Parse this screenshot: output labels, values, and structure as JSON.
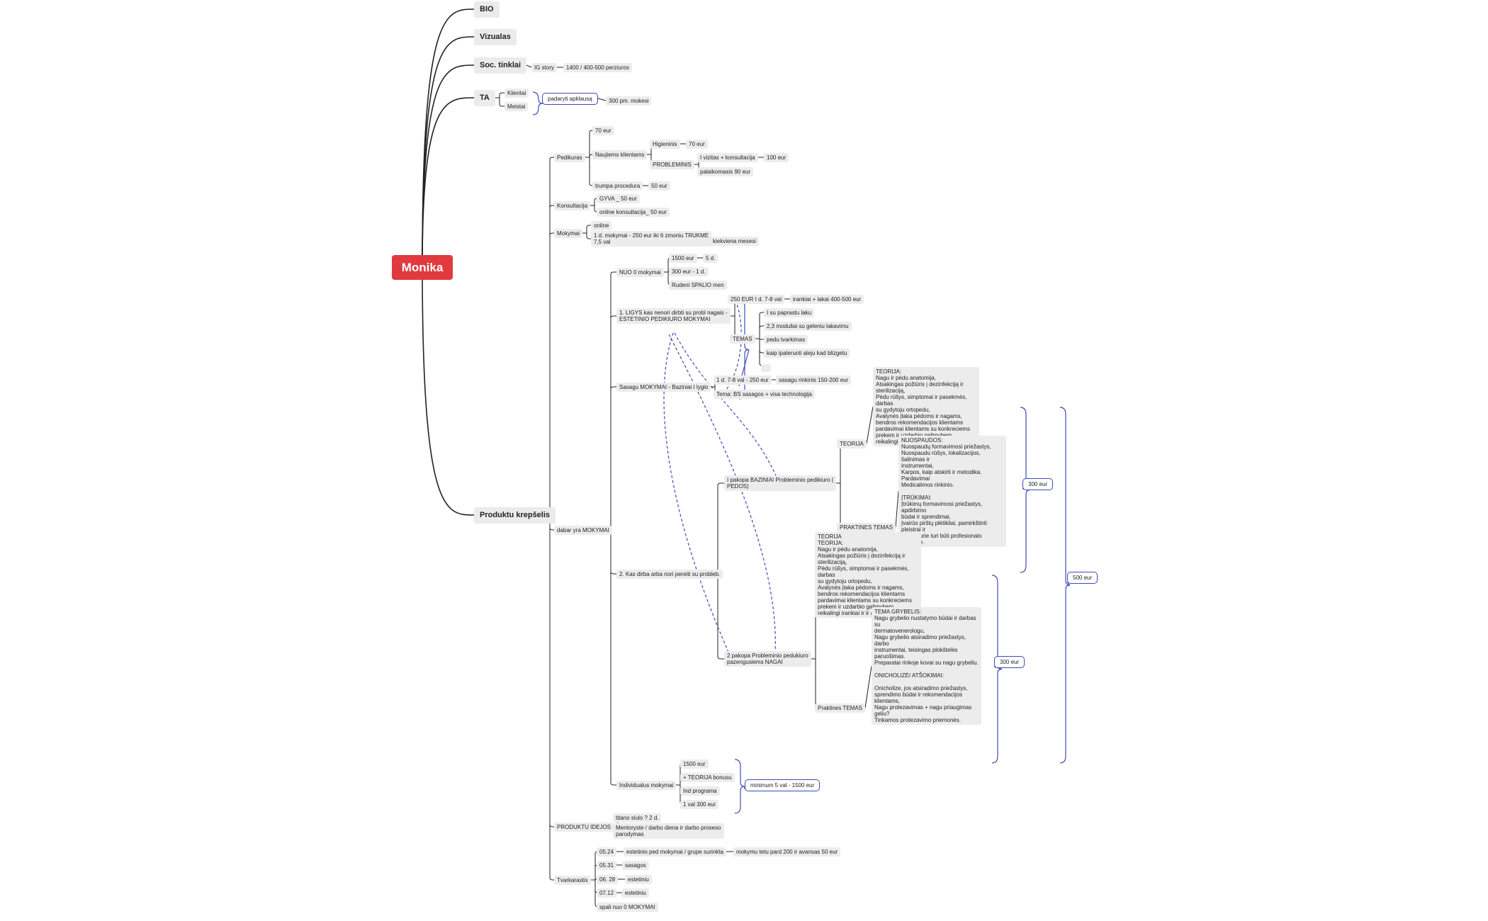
{
  "root": "Monika",
  "nodes": {
    "bio": "BIO",
    "vizualas": "Vizualas",
    "soc": "Soc. tinklai",
    "ig": "IG story",
    "peržiuros": "1400 / 400-500 perziuros",
    "ta": "TA",
    "klientai": "Klientai",
    "meistai": "Meistai",
    "apklausa": "padaryti apklausą",
    "mokesi": "300 pm. mokesi",
    "krepselis": "Produktu krepšelis",
    "pedikuras": "Pedikuras",
    "p70": "70 eur",
    "naujiems": "Naujiems klientams",
    "higieninis": "Higieninis",
    "h70": "70 eur",
    "probleminis": "PROBLEMINIS",
    "vizitas": "I vizitas + konsultacija",
    "v100": "100 eur",
    "palaikomasis": "palaikomasis 90 eur",
    "trumpa": "trumpa procedura",
    "t50": "50 eur",
    "konsultacija": "Konsultacija",
    "gyva": "GYVA _ 50 eur",
    "onlinekons": "online konsultacija_  50 eur",
    "mokymai": "Mokymai",
    "online": "online",
    "mokymai1d": "1 d. mokymai - 250 eur iki 6 zmoniu TRUKME\n7,5 val",
    "kiekviena": "kiekviena mesesi",
    "dabar": "dabar yra MOKYMAI",
    "nuo0": "NUO 0 mokymai",
    "e1500": "1500 eur",
    "d5": "5 d.",
    "e300": "300 eur - 1 d.",
    "rudeni": "Rudeni SPALIO men",
    "lygis1": "1. LIGYS kas nenori dirbti su probl nagais -\nESTETINIO PEDIKIURO MOKYMAI",
    "e250": "250 EUR I d. 7-8 val",
    "irankiai": "irankiai + lakai 400-500 eur",
    "temas": "TEMAS",
    "t_lakas": "I su paprastu laku",
    "t_gel": "2,3 moduliai su geleniu lakavimu",
    "t_pedu": "pedu tvarkimas",
    "t_kaip": "kaip ipaleruoti aleju kad blizgetu",
    "t_empty": "",
    "sasagu": "Sasagu MOKYMAI - Baziniai  I lygio",
    "s_1d": "1 d. 7-8 val - 250 eur",
    "s_rinkinis": "sasagu rinkinis 150-200 eur",
    "s_tema": "Tema: BS sasagos + visa technologija",
    "kas2": "2. Kas dirba arba nori pereiti  su probleb.",
    "pakopa1": "I pakopa BAZINIAI Probleminio pedikiuro (\nPEDOS)",
    "teorija1": "TEORIJA",
    "teorija1_text": "TEORIJA:\nNagu ir pėdu anatomija,\nAtsakingas požiūris į dezinfekciją ir\nsterilizaciją,\nPėdu rūšys, simptomai ir pasekmės, darbas\nsu gydytoju ortopedu,\nAvalynės įtaka pėdoms ir nagams,\nbendros rekomendacijos klientams\npardavimai klientams su konkreciems\nprekem ir uzdarbio galimybem\nreikalingi irankiai ir ir antgaliai",
    "praktines1": "PRAKTINES TEMAS",
    "praktines1_text": "NUOSPAUDOS:\nNuospaudų formavimosi priežastys,\nNuospaudu rūšys, lokalizacijos, šalinimas ir\ninstrumentai,\nKarpos, kaip atskirti ir metodika. Pardavimai\nMedicalimos rinkinio.\n\nĮTRŪKIMAI:\nĮtrūkimų formavimosi priežastys, apdirbimo\nbūdai ir sprendimai,\nĮvairūs pirštų plėtikliai, pamirkštinti pleistrai ir\ntepai, kurie turi būti profesionalo kabinete.",
    "pakopa2": "2 pakopa Probleminio pedukiuro\npazengusiems NAGAI",
    "teorija2_text": "TEORIJA\n TEORIJA:\nNagu ir pėdu anatomija,\nAtsakingas požiūris į dezinfekciją ir\nsterilizaciją,\nPėdu rūšys, simptomai ir pasekmės, darbas\nsu gydytoju ortopedu,\nAvalynės įtaka pėdoms ir nagams,\nbendros rekomendacijos klientams\npardavimai klientams su konkreciems\nprekem ir uzdarbio galimybem\nreikalingi irankiai ir ir antgaliai",
    "praktines2": "Praktines TEMAS",
    "praktines2_text": "TEMA GRYBELIS:\nNagu grybelio nustatymo būdai ir darbas su\ndermatovenerologu,\nNagu grybelio atsiradimo priežastys, darbo\ninstrumentai, teisingas plokštelės paruošimas.\nPreparatai rinkoje kovai su nagu grybeliu.\n\nONICHOLIZĖ/ ATŠOKIMAI:\n\nOnicholize, jos atsiradimo priežastys,\nsprendimo būdai ir rekomendacijos klientams,\nNagu protezavimas + nagu priaugimas\ngeliu?\nTinkamos protezavimo priemonės.",
    "e300_1": "300 eur",
    "e300_2": "300 eur",
    "e500": "500 eur",
    "individualus": "Individualus mokymai",
    "i1500": "1500 eur",
    "i_teorija": "+ TEORIJA bonusu",
    "i_ind": "Ind programa",
    "i_1val": "1 val 300 eur",
    "i_minimum": "minimum 5 val - 1500 eur",
    "ideju": "PRODUKTU IDEJOS",
    "titano": "titano siulo ? 2 d.",
    "mentoryste": "Mentoryste / darbo diena ir darbo proseso\nparodymas",
    "tvarkarastis": "Tvarkarastis",
    "d0524": "05.24",
    "estetinio_ped": "estetinio ped mokymai / grupe surinkta",
    "mokymu_tetu": "mokymu tetu pard 200 ir avansas 50 eur",
    "d0531": "05.31",
    "sasagos": "sasagos",
    "d0628": "06. 28",
    "estetiniu1": "estetiniu",
    "d0712": "07.12",
    "estetiniu2": "estetiniu",
    "spali": "spali nuo 0 MOKYMAI"
  },
  "colors": {
    "root_fill": "#e0393e",
    "node_fill": "#ececec",
    "accent_border": "#3f4ab8",
    "link": "#222222",
    "dashed_link": "#3f4ab8"
  }
}
